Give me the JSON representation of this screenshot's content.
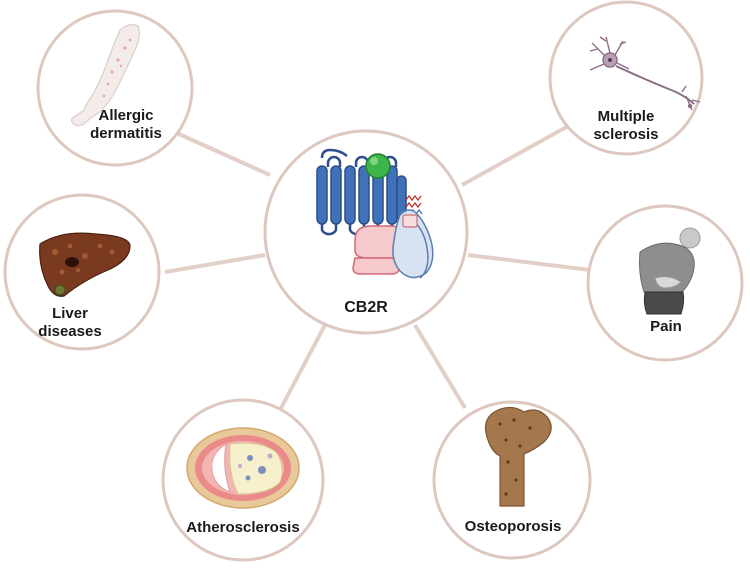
{
  "center": {
    "label": "CB2R"
  },
  "diseases": {
    "allergic": {
      "line1": "Allergic",
      "line2": "dermatitis"
    },
    "ms": {
      "line1": "Multiple",
      "line2": "sclerosis"
    },
    "liver": {
      "line1": "Liver",
      "line2": "diseases"
    },
    "pain": {
      "label": "Pain"
    },
    "athero": {
      "label": "Atherosclerosis"
    },
    "osteo": {
      "label": "Osteoporosis"
    }
  },
  "colors": {
    "ring": "#ddc8c0",
    "spoke": "#e2d0c8",
    "receptor": "#3f72b8",
    "ligand": "#3cb64a",
    "g_protein_pink": "#f6c9cc",
    "g_protein_blue": "#d7e3f3"
  },
  "icons": [
    "arm-icon",
    "neuron-icon",
    "liver-icon",
    "person-pain-icon",
    "artery-icon",
    "bone-icon",
    "receptor-icon"
  ]
}
